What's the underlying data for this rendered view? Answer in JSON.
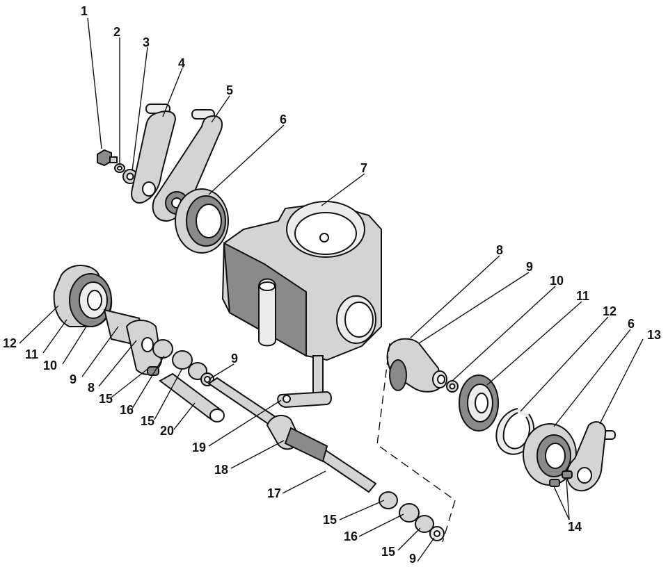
{
  "callouts": [
    {
      "id": "c1",
      "text": "1"
    },
    {
      "id": "c2",
      "text": "2"
    },
    {
      "id": "c3",
      "text": "3"
    },
    {
      "id": "c4",
      "text": "4"
    },
    {
      "id": "c5",
      "text": "5"
    },
    {
      "id": "c6a",
      "text": "6"
    },
    {
      "id": "c7",
      "text": "7"
    },
    {
      "id": "c8a",
      "text": "8"
    },
    {
      "id": "c9a",
      "text": "9"
    },
    {
      "id": "c10a",
      "text": "10"
    },
    {
      "id": "c11a",
      "text": "11"
    },
    {
      "id": "c12a",
      "text": "12"
    },
    {
      "id": "c6b",
      "text": "6"
    },
    {
      "id": "c13",
      "text": "13"
    },
    {
      "id": "c14",
      "text": "14"
    },
    {
      "id": "c12b",
      "text": "12"
    },
    {
      "id": "c11b",
      "text": "11"
    },
    {
      "id": "c10b",
      "text": "10"
    },
    {
      "id": "c9b",
      "text": "9"
    },
    {
      "id": "c8b",
      "text": "8"
    },
    {
      "id": "c15a",
      "text": "15"
    },
    {
      "id": "c16a",
      "text": "16"
    },
    {
      "id": "c15b",
      "text": "15"
    },
    {
      "id": "c20",
      "text": "20"
    },
    {
      "id": "c9c",
      "text": "9"
    },
    {
      "id": "c19",
      "text": "19"
    },
    {
      "id": "c18",
      "text": "18"
    },
    {
      "id": "c17",
      "text": "17"
    },
    {
      "id": "c15c",
      "text": "15"
    },
    {
      "id": "c16b",
      "text": "16"
    },
    {
      "id": "c15d",
      "text": "15"
    },
    {
      "id": "c9d",
      "text": "9"
    }
  ]
}
